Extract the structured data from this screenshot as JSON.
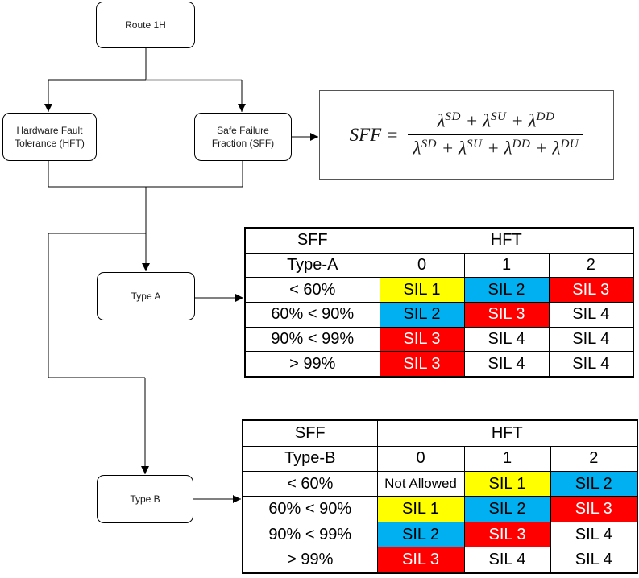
{
  "flowchart": {
    "route_1h": "Route 1H",
    "hft": "Hardware Fault Tolerance (HFT)",
    "sff": "Safe Failure Fraction (SFF)",
    "type_a": "Type A",
    "type_b": "Type B"
  },
  "formula": {
    "lhs": "SFF",
    "eq": "=",
    "plus": "+",
    "lambda": "λ",
    "numerator_sups": [
      "SD",
      "SU",
      "DD"
    ],
    "denominator_sups": [
      "SD",
      "SU",
      "DD",
      "DU"
    ]
  },
  "cell_colors": {
    "yellow": "#FFFF00",
    "blue": "#00B0F0",
    "red": "#FF0000",
    "white": "#FFFFFF",
    "text_on_red": "#FFFFFF",
    "text_default": "#000000"
  },
  "tables": [
    {
      "corner_header": "SFF",
      "span_header": "HFT",
      "type_row": [
        "Type-A",
        "0",
        "1",
        "2"
      ],
      "rows": [
        {
          "label": "< 60%",
          "cells": [
            {
              "t": "SIL 1",
              "bg": "yellow"
            },
            {
              "t": "SIL 2",
              "bg": "blue"
            },
            {
              "t": "SIL 3",
              "bg": "red"
            }
          ]
        },
        {
          "label": "60% < 90%",
          "cells": [
            {
              "t": "SIL 2",
              "bg": "blue"
            },
            {
              "t": "SIL 3",
              "bg": "red"
            },
            {
              "t": "SIL 4",
              "bg": "white"
            }
          ]
        },
        {
          "label": "90% < 99%",
          "cells": [
            {
              "t": "SIL 3",
              "bg": "red"
            },
            {
              "t": "SIL 4",
              "bg": "white"
            },
            {
              "t": "SIL 4",
              "bg": "white"
            }
          ]
        },
        {
          "label": "> 99%",
          "cells": [
            {
              "t": "SIL 3",
              "bg": "red"
            },
            {
              "t": "SIL 4",
              "bg": "white"
            },
            {
              "t": "SIL 4",
              "bg": "white"
            }
          ]
        }
      ]
    },
    {
      "corner_header": "SFF",
      "span_header": "HFT",
      "type_row": [
        "Type-B",
        "0",
        "1",
        "2"
      ],
      "rows": [
        {
          "label": "< 60%",
          "cells": [
            {
              "t": "Not Allowed",
              "bg": "white"
            },
            {
              "t": "SIL 1",
              "bg": "yellow"
            },
            {
              "t": "SIL 2",
              "bg": "blue"
            }
          ]
        },
        {
          "label": "60% < 90%",
          "cells": [
            {
              "t": "SIL 1",
              "bg": "yellow"
            },
            {
              "t": "SIL 2",
              "bg": "blue"
            },
            {
              "t": "SIL 3",
              "bg": "red"
            }
          ]
        },
        {
          "label": "90% < 99%",
          "cells": [
            {
              "t": "SIL 2",
              "bg": "blue"
            },
            {
              "t": "SIL 3",
              "bg": "red"
            },
            {
              "t": "SIL 4",
              "bg": "white"
            }
          ]
        },
        {
          "label": "> 99%",
          "cells": [
            {
              "t": "SIL 3",
              "bg": "red"
            },
            {
              "t": "SIL 4",
              "bg": "white"
            },
            {
              "t": "SIL 4",
              "bg": "white"
            }
          ]
        }
      ]
    }
  ]
}
